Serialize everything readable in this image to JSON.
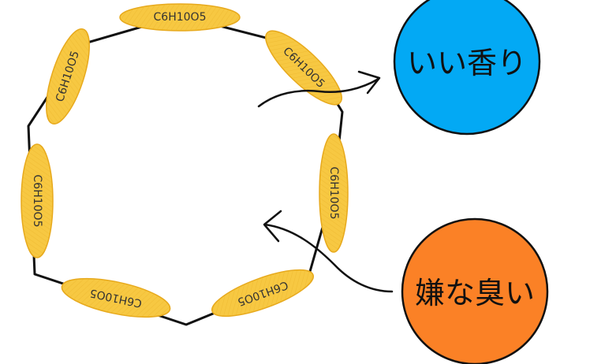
{
  "diagram": {
    "ring_unit_label": "C6H10O5",
    "good_smell_label": "いい香り",
    "bad_smell_label": "嫌な臭い",
    "colors": {
      "pill_fill": "#f7c842",
      "pill_stroke": "#e7a91c",
      "good_circle": "#03a9f4",
      "bad_circle": "#fb8126",
      "line": "#111111"
    }
  }
}
